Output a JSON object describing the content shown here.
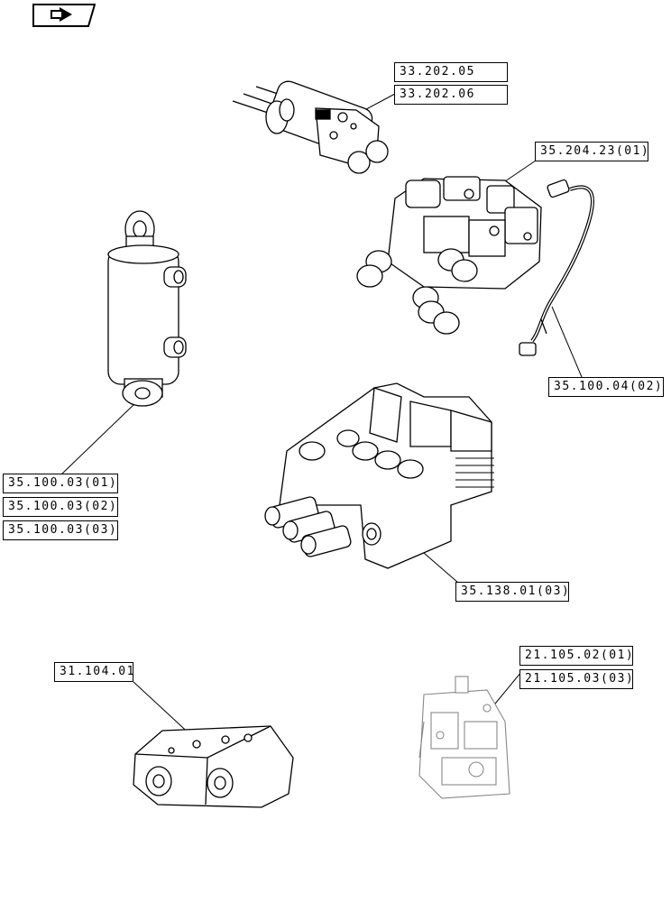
{
  "nav": {
    "icon": "previous-page-arrow-icon"
  },
  "references": [
    "33.202.05",
    "33.202.06",
    "35.204.23(01)",
    "35.100.04(02)",
    "35.100.03(01)",
    "35.100.03(02)",
    "35.100.03(03)",
    "35.138.01(03)",
    "31.104.01",
    "21.105.02(01)",
    "21.105.03(03)"
  ],
  "components": [
    "remote-valve-icon",
    "hydraulic-cylinder-icon",
    "control-valve-assembly-icon",
    "hydraulic-hose-icon",
    "stacked-control-valve-icon",
    "valve-block-icon",
    "hydraulic-pump-icon"
  ]
}
